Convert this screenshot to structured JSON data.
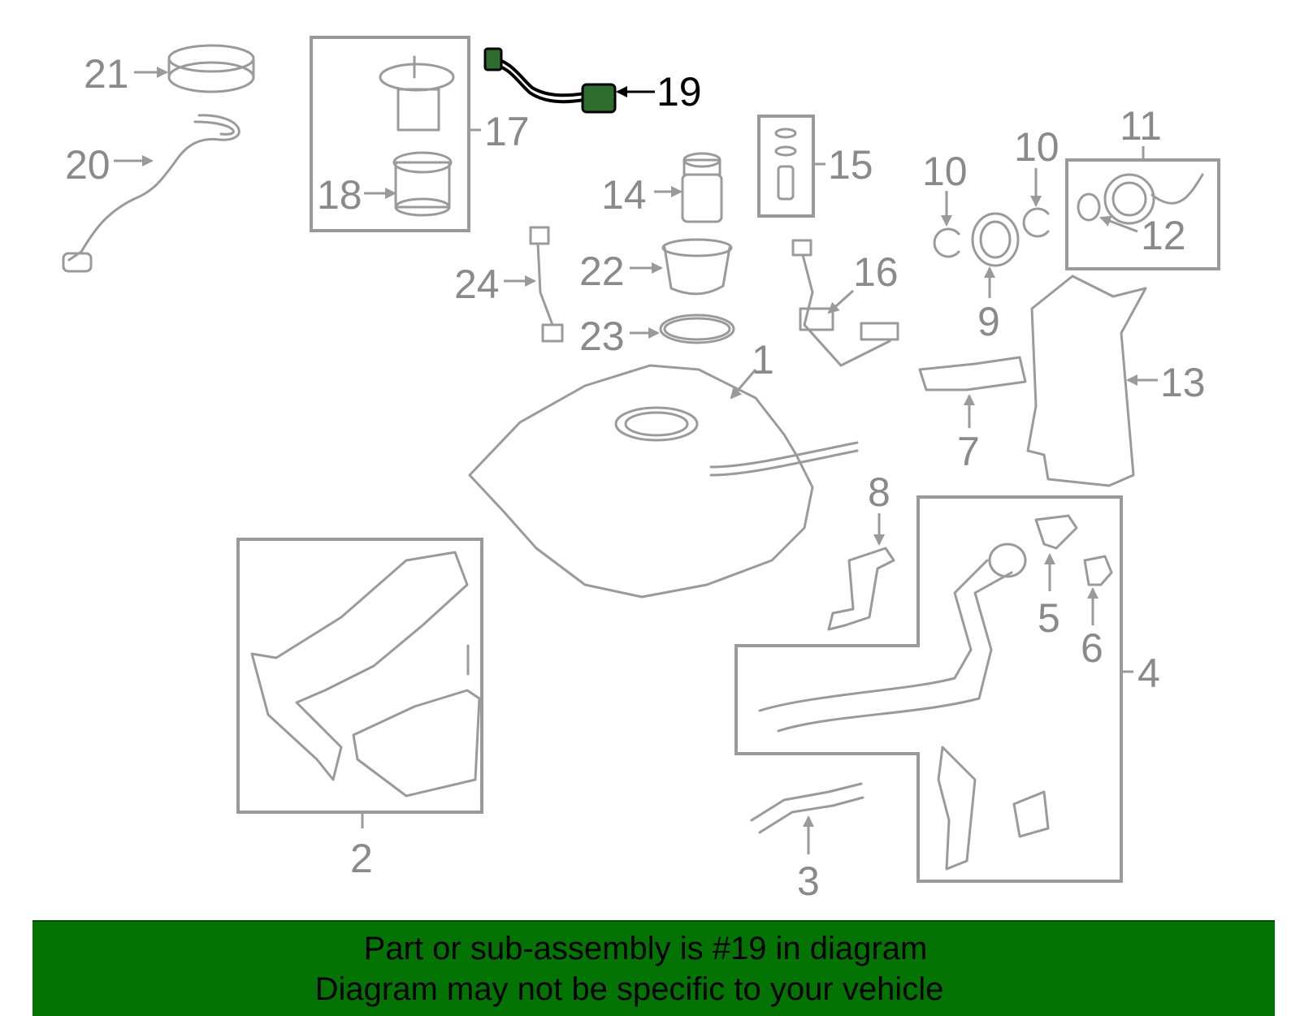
{
  "diagram": {
    "callouts": {
      "c1": "1",
      "c2": "2",
      "c3": "3",
      "c4": "4",
      "c5": "5",
      "c6": "6",
      "c7": "7",
      "c8": "8",
      "c9": "9",
      "c10a": "10",
      "c10b": "10",
      "c11": "11",
      "c12": "12",
      "c13": "13",
      "c14": "14",
      "c15": "15",
      "c16": "16",
      "c17": "17",
      "c18": "18",
      "c19": "19",
      "c20": "20",
      "c21": "21",
      "c22": "22",
      "c23": "23",
      "c24": "24"
    },
    "highlighted_part": "19",
    "highlight_color": "#2e6b2e"
  },
  "banner": {
    "line1": "Part or sub-assembly is #19 in diagram",
    "line2": "Diagram may not be specific to your vehicle",
    "background": "#037403"
  }
}
